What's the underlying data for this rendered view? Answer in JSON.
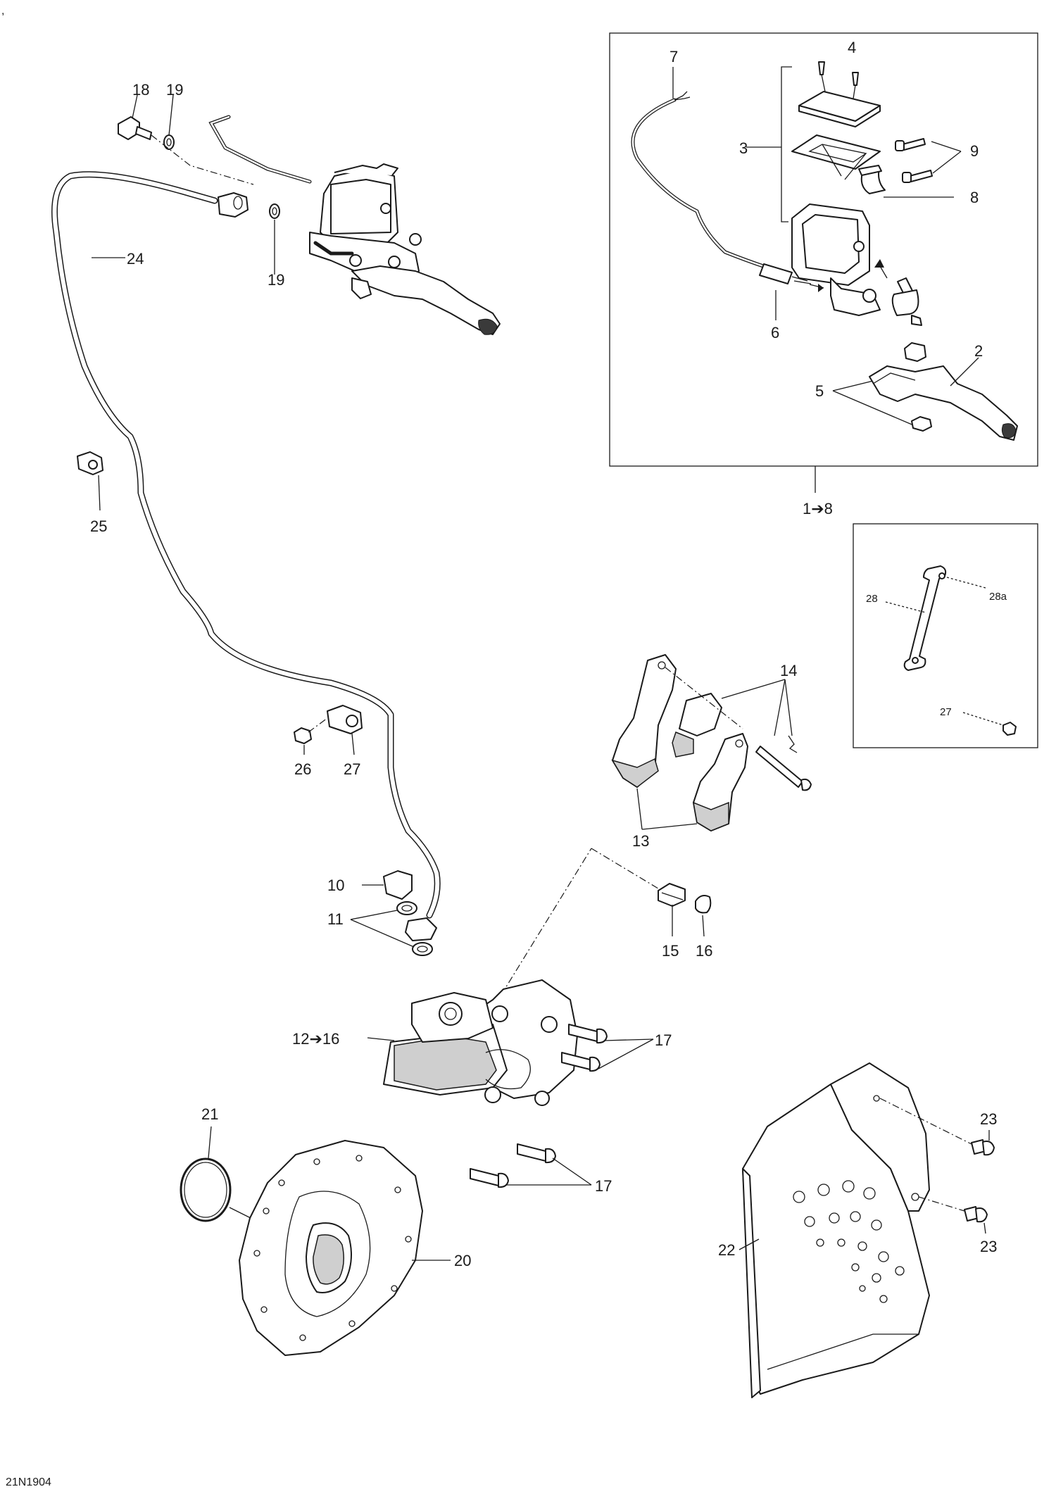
{
  "figure": {
    "drawing_number": "21N1904",
    "corner_mark": ","
  },
  "callouts": {
    "c1_8": "1➔8",
    "c2": "2",
    "c3": "3",
    "c4": "4",
    "c5": "5",
    "c6": "6",
    "c7": "7",
    "c8": "8",
    "c9": "9",
    "c10": "10",
    "c11": "11",
    "c12_16": "12➔16",
    "c13": "13",
    "c14": "14",
    "c15": "15",
    "c16": "16",
    "c17a": "17",
    "c17b": "17",
    "c18": "18",
    "c19a": "19",
    "c19b": "19",
    "c20": "20",
    "c21": "21",
    "c22": "22",
    "c23a": "23",
    "c23b": "23",
    "c24": "24",
    "c25": "25",
    "c26": "26",
    "c27": "27",
    "inset_c28": "28",
    "inset_c28a": "28a",
    "inset_c27": "27"
  }
}
